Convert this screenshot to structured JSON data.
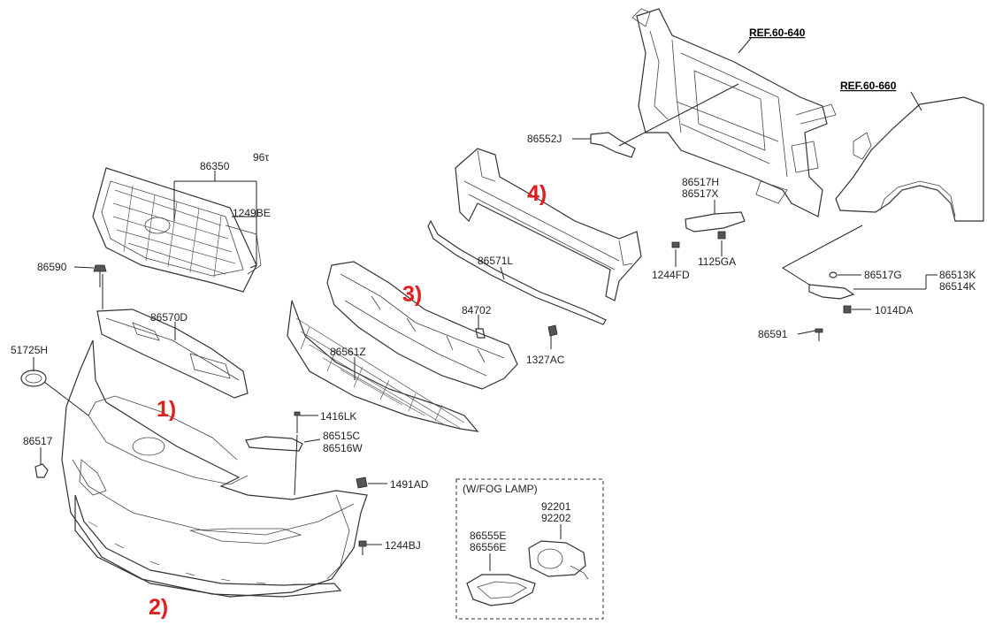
{
  "refs": {
    "ref_60_640": "REF.60-640",
    "ref_60_660": "REF.60-660"
  },
  "callouts": {
    "c1": "1)",
    "c2": "2)",
    "c3": "3)",
    "c4": "4)"
  },
  "labels": {
    "p86350": "86350",
    "p96_partial": "96τ",
    "p1249BE": "1249BE",
    "p86590": "86590",
    "p86570D": "86570D",
    "p51725H": "51725H",
    "p86517": "86517",
    "p86561Z": "86561Z",
    "p84702": "84702",
    "p86571L": "86571L",
    "p1327AC": "1327AC",
    "p1416LK": "1416LK",
    "p86515C": "86515C",
    "p86516W": "86516W",
    "p1491AD": "1491AD",
    "p1244BJ": "1244BJ",
    "p86552J": "86552J",
    "p86517H": "86517H",
    "p86517X": "86517X",
    "p1244FD": "1244FD",
    "p1125GA": "1125GA",
    "p86517G": "86517G",
    "p86513K": "86513K",
    "p86514K": "86514K",
    "p1014DA": "1014DA",
    "p86591": "86591"
  },
  "fog_box": {
    "title": "(W/FOG LAMP)",
    "p92201": "92201",
    "p92202": "92202",
    "p86555E": "86555E",
    "p86556E": "86556E"
  },
  "colors": {
    "callout": "#e11d1d",
    "line": "#333333"
  }
}
